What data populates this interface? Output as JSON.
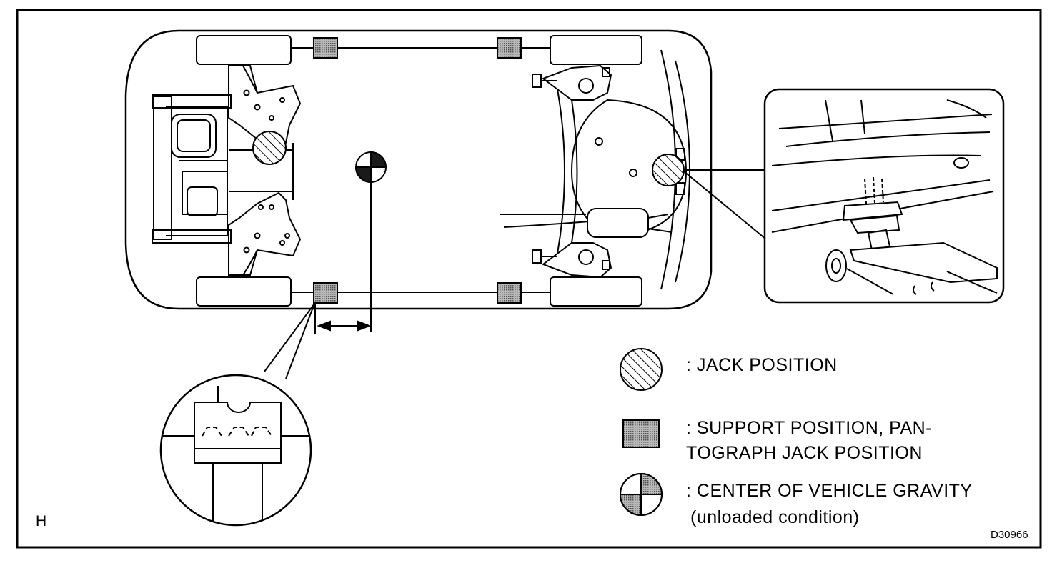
{
  "legend": {
    "jack": {
      "label": ": JACK POSITION"
    },
    "support": {
      "line1": ":  SUPPORT  POSITION,  PAN-",
      "line2": "TOGRAPH JACK POSITION"
    },
    "gravity": {
      "line1": ": CENTER  OF  VEHICLE  GRAVITY",
      "line2": "(unloaded condition)"
    }
  },
  "corner_letter": "H",
  "figure_code": "D30966",
  "colors": {
    "ink": "#000000",
    "support_fill": "#9a9a9a",
    "paper": "#ffffff"
  }
}
